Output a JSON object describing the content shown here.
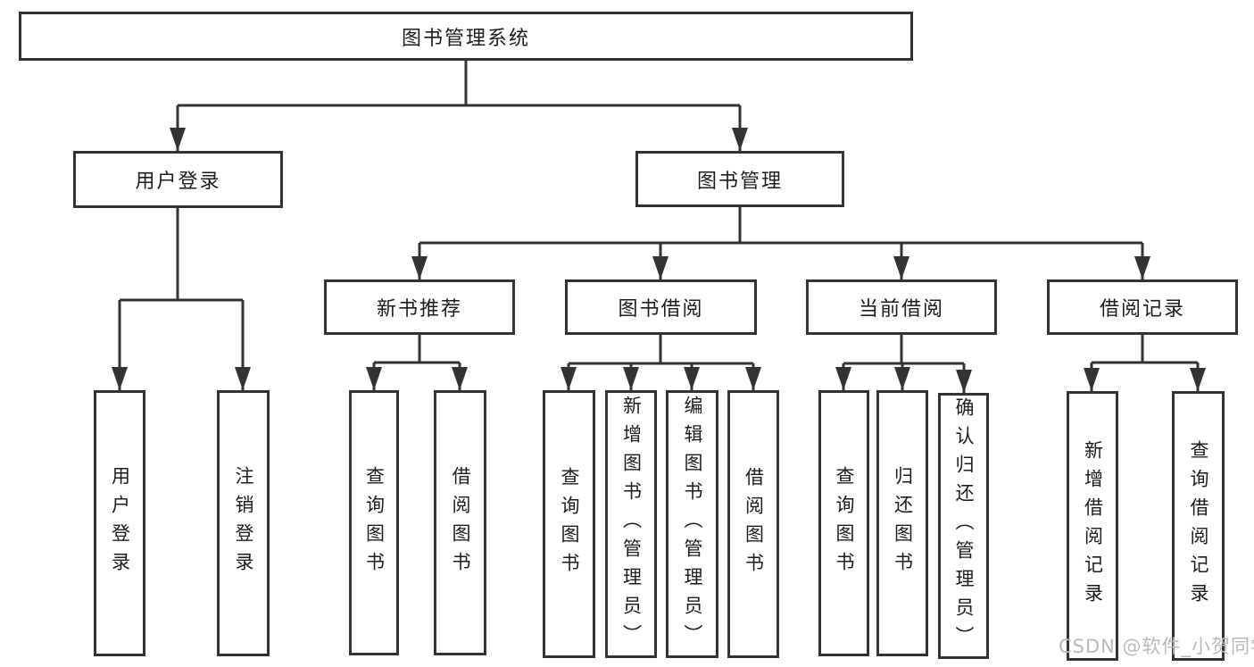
{
  "diagram": {
    "root": {
      "label": "图书管理系统"
    },
    "branches": {
      "user_login": {
        "label": "用户登录",
        "children": [
          {
            "label": "用户登录"
          },
          {
            "label": "注销登录"
          }
        ]
      },
      "book_management": {
        "label": "图书管理",
        "groups": [
          {
            "label": "新书推荐",
            "children": [
              {
                "label": "查询图书"
              },
              {
                "label": "借阅图书"
              }
            ]
          },
          {
            "label": "图书借阅",
            "children": [
              {
                "label": "查询图书"
              },
              {
                "label": "新增图书（管理员）"
              },
              {
                "label": "编辑图书（管理员）"
              },
              {
                "label": "借阅图书"
              }
            ]
          },
          {
            "label": "当前借阅",
            "children": [
              {
                "label": "查询图书"
              },
              {
                "label": "归还图书"
              },
              {
                "label": "确认归还（管理员）"
              }
            ]
          },
          {
            "label": "借阅记录",
            "children": [
              {
                "label": "新增借阅记录"
              },
              {
                "label": "查询借阅记录"
              }
            ]
          }
        ]
      }
    },
    "colors": {
      "line": "#333333",
      "text": "#1c1c1c",
      "watermark": "#b9b9b9"
    }
  },
  "watermark": {
    "text": "CSDN @软件_小贺同学"
  }
}
